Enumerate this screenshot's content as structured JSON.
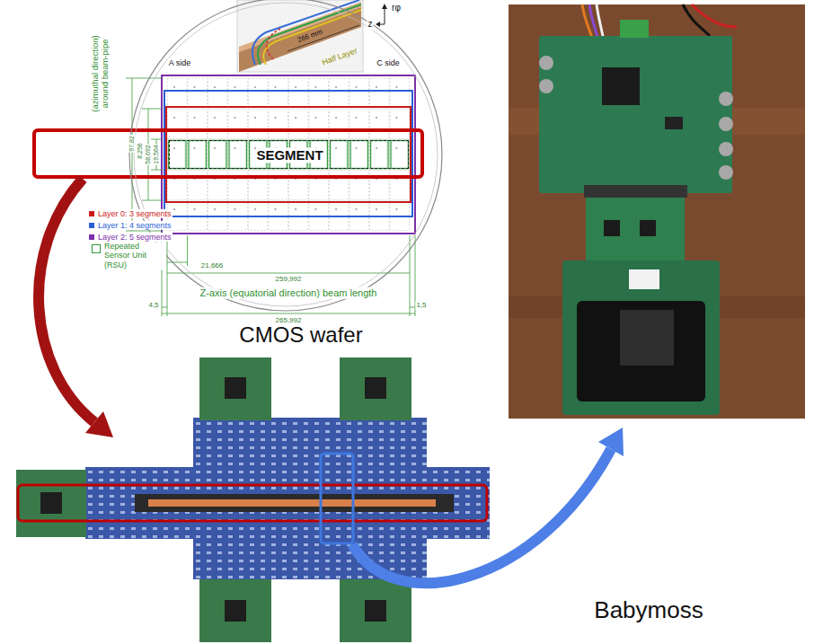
{
  "diagram": {
    "nodes": [
      {
        "text": [
          "CMOS wafer"
        ]
      },
      {
        "text": [
          "SEGMENT"
        ],
        "in": 0
      },
      {
        "text": [
          "Babymoss"
        ]
      }
    ],
    "labels": [
      "rφ",
      "z",
      "266 mm",
      "Half Layer",
      "(azimuthal direction) around beam-pipe",
      "A side",
      "C side",
      "97,82",
      "8,256",
      "58,692",
      "19,564",
      "21,666",
      "259,992",
      "Z-axis (equatorial direction) beam length",
      "4,5",
      "1,5",
      "265,992"
    ],
    "legend": [
      {
        "text": "Layer 0: 3 segments",
        "color": "#cc1a1a"
      },
      {
        "text": "Layer 1: 4 segments",
        "color": "#2a5fd6"
      },
      {
        "text": "Layer 2: 5 segments",
        "color": "#7b2fa8"
      },
      {
        "text": "Repeated Sensor Unit (RSU)"
      }
    ]
  }
}
